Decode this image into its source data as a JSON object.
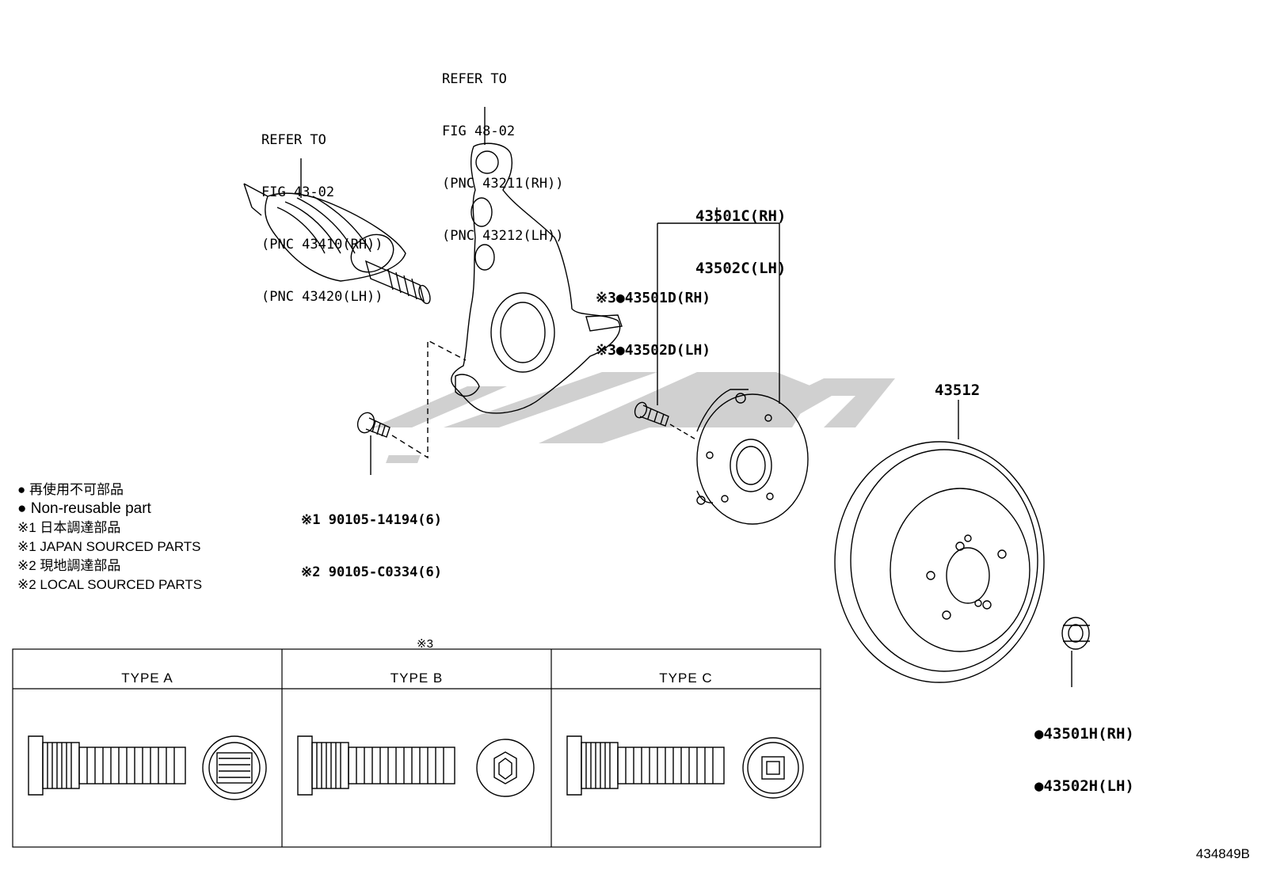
{
  "labels": {
    "drive_shaft": [
      "REFER TO",
      "FIG 43-02",
      "(PNC 43410(RH))",
      "(PNC 43420(LH))"
    ],
    "knuckle": [
      "REFER TO",
      "FIG 48-02",
      "(PNC 43211(RH))",
      "(PNC 43212(LH))"
    ],
    "hub_assy": [
      "43501C(RH)",
      "43502C(LH)"
    ],
    "hub_bolt": [
      "※3●43501D(RH)",
      "※3●43502D(LH)"
    ],
    "knuckle_bolt": [
      "※1 90105-14194(6)",
      "※2 90105-C0334(6)"
    ],
    "disc": "43512",
    "nut": [
      "●43501H(RH)",
      "●43502H(LH)"
    ]
  },
  "legend": [
    "● 再使用不可部品",
    "● Non-reusable part",
    "※1 日本調達部品",
    "※1 JAPAN SOURCED PARTS",
    "※2 現地調達部品",
    "※2 LOCAL SOURCED PARTS"
  ],
  "table": {
    "note_mark": "※3",
    "headers": [
      "TYPE A",
      "TYPE B",
      "TYPE C"
    ]
  },
  "figure_code": "434849B",
  "colors": {
    "line": "#000000",
    "watermark": "#c8c8c8"
  }
}
